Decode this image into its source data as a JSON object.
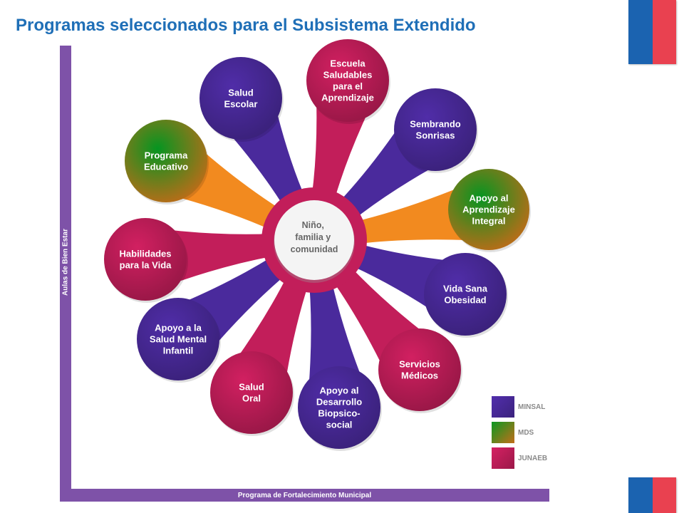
{
  "slide": {
    "title": "Programas seleccionados para el Subsistema Extendido"
  },
  "axes": {
    "vertical_label": "Aulas de Bien Estar",
    "horizontal_label": "Programa de Fortalecimiento Municipal"
  },
  "colors": {
    "MINSAL": "#4a2a9c",
    "MDS": "#f28a1f",
    "JUNAEB": "#c21e5a",
    "bar": "#7e52a8",
    "title": "#1f6fb7"
  },
  "center": {
    "lines": [
      "Niño,",
      "familia y",
      "comunidad"
    ]
  },
  "petals": [
    {
      "lines": [
        "Salud",
        "Escolar"
      ],
      "agency": "MINSAL"
    },
    {
      "lines": [
        "Escuela",
        "Saludables",
        "para el",
        "Aprendizaje"
      ],
      "agency": "JUNAEB"
    },
    {
      "lines": [
        "Sembrando",
        "Sonrisas"
      ],
      "agency": "MINSAL"
    },
    {
      "lines": [
        "Apoyo al",
        "Aprendizaje",
        "Integral"
      ],
      "agency": "MDS"
    },
    {
      "lines": [
        "Vida Sana",
        "Obesidad"
      ],
      "agency": "MINSAL"
    },
    {
      "lines": [
        "Servicios",
        "Médicos"
      ],
      "agency": "JUNAEB"
    },
    {
      "lines": [
        "Apoyo al",
        "Desarrollo",
        "Biopsico-",
        "social"
      ],
      "agency": "MINSAL"
    },
    {
      "lines": [
        "Salud",
        "Oral"
      ],
      "agency": "JUNAEB"
    },
    {
      "lines": [
        "Apoyo a la",
        "Salud Mental",
        "Infantil"
      ],
      "agency": "MINSAL"
    },
    {
      "lines": [
        "Habilidades",
        "para la Vida"
      ],
      "agency": "JUNAEB"
    },
    {
      "lines": [
        "Programa",
        "Educativo"
      ],
      "agency": "MDS"
    }
  ],
  "legend": [
    {
      "label": "MINSAL",
      "agency": "MINSAL"
    },
    {
      "label": "MDS",
      "agency": "MDS"
    },
    {
      "label": "JUNAEB",
      "agency": "JUNAEB"
    }
  ]
}
